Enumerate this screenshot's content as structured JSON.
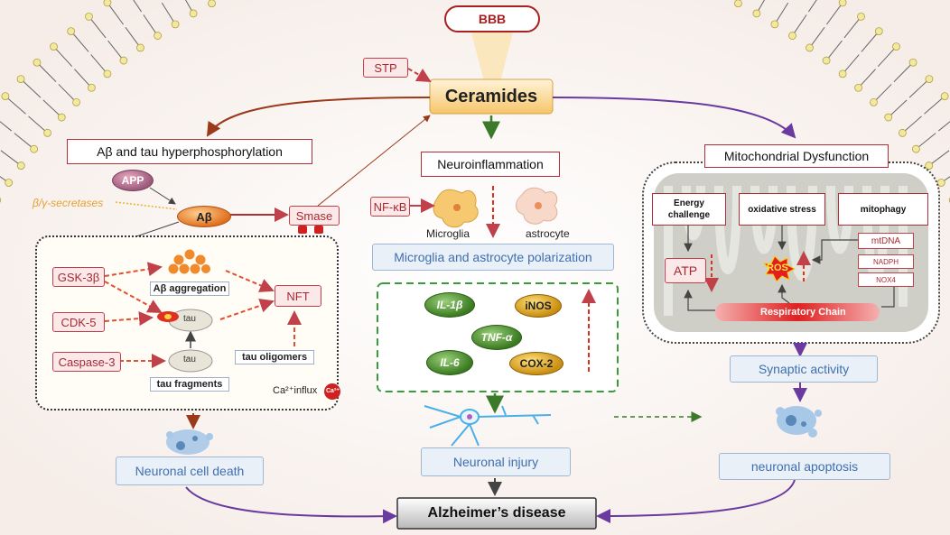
{
  "bbb": "BBB",
  "stp": "STP",
  "ceramides": "Ceramides",
  "ab_tau": "Aβ and tau hyperphosphorylation",
  "app": "APP",
  "secretases": "β/γ-secretases",
  "abeta": "Aβ",
  "smase": "Smase",
  "gsk3b": "GSK-3β",
  "cdk5": "CDK-5",
  "caspase3": "Caspase-3",
  "ab_aggregation": "Aβ aggregation",
  "tau": "tau",
  "tau_fragments": "tau fragments",
  "tau_oligomers": "tau oligomers",
  "nft": "NFT",
  "ca_influx": "Ca²⁺influx",
  "ca": "Ca²⁺",
  "neuronal_cell_death": "Neuronal cell death",
  "neuroinflammation": "Neuroinflammation",
  "nfkb": "NF-κB",
  "microglia": "Microglia",
  "astrocyte": "astrocyte",
  "polarization": "Microglia and astrocyte polarization",
  "il1b": "IL-1β",
  "inos": "iNOS",
  "tnfa": "TNF-α",
  "il6": "IL-6",
  "cox2": "COX-2",
  "neuronal_injury": "Neuronal injury",
  "mito_dysfunction": "Mitochondrial Dysfunction",
  "energy": "Energy challenge",
  "oxidative": "oxidative stress",
  "mitophagy": "mitophagy",
  "atp": "ATP",
  "ros": "ROS",
  "mtdna": "mtDNA",
  "nadph": "NADPH",
  "nox4": "NOX4",
  "respiratory": "Respiratory Chain",
  "synaptic": "Synaptic activity",
  "apoptosis": "neuronal apoptosis",
  "alzheimers": "Alzheimer’s disease",
  "colors": {
    "red": "#c0414a",
    "purple": "#6a3aa0",
    "green": "#3b7a2a",
    "brown": "#9a3a1a",
    "blue_text": "#3f6fb0"
  }
}
